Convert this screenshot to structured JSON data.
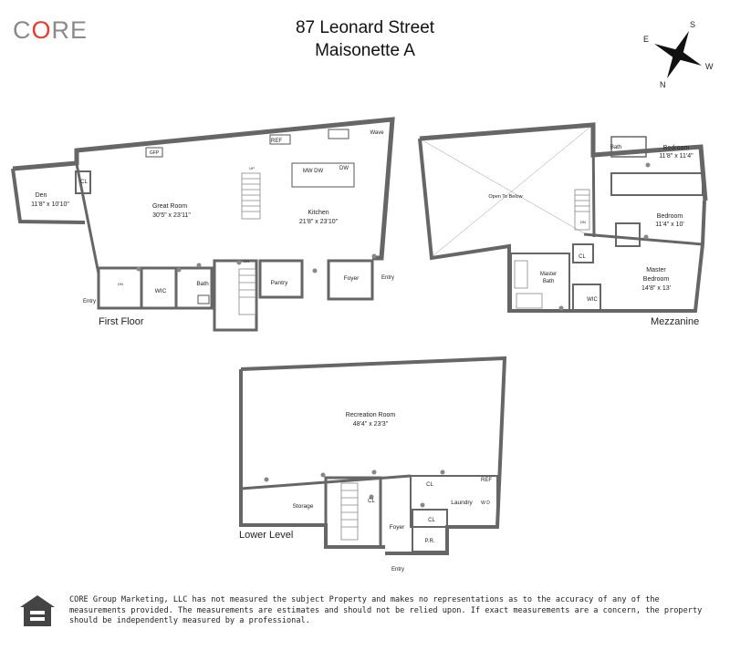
{
  "logo": {
    "text_a": "C",
    "text_o": "O",
    "text_b": "RE",
    "accent": "#e63b2e",
    "color": "#8a8a8a"
  },
  "header": {
    "line1": "87 Leonard Street",
    "line2": "Maisonette A"
  },
  "compass": {
    "s": "S",
    "w": "W",
    "n": "N",
    "e": "E"
  },
  "first_floor": {
    "label": "First Floor",
    "rooms": {
      "den": "Den",
      "den_dim": "11'8\" x 10'10\"",
      "great": "Great Room",
      "great_dim": "30'5\" x 23'11\"",
      "kitchen": "Kitchen",
      "kitchen_dim": "21'8\" x 23'10\"",
      "bath": "Bath",
      "wic": "WIC",
      "pantry": "Pantry",
      "foyer": "Foyer",
      "entry1": "Entry",
      "entry2": "Entry",
      "cl": "CL",
      "gfp": "GFP",
      "ref": "REF",
      "wave": "Wave",
      "mw_dw": "MW DW",
      "dw": "DW",
      "dn": "DN",
      "up": "UP",
      "dn2": "DN"
    }
  },
  "mezzanine": {
    "label": "Mezzanine",
    "rooms": {
      "open": "Open To Below",
      "bath": "Bath",
      "bed1": "Bedroom",
      "bed1_dim": "11'8\" x 11'4\"",
      "bed2": "Bedroom",
      "bed2_dim": "11'4\" x 10'",
      "master_a": "Master",
      "master_b": "Bedroom",
      "master_dim": "14'8\" x 13'",
      "mbath_a": "Master",
      "mbath_b": "Bath",
      "wic": "WIC",
      "cl": "CL",
      "dn": "DN"
    }
  },
  "lower": {
    "label": "Lower Level",
    "rooms": {
      "rec": "Recreation Room",
      "rec_dim": "48'4\" x 23'3\"",
      "storage": "Storage",
      "cl": "CL",
      "foyer": "Foyer",
      "entry": "Entry",
      "laundry": "Laundry",
      "pr": "P.R.",
      "ref": "REF",
      "wd": "W D"
    }
  },
  "disclaimer": "CORE Group Marketing, LLC has not measured the subject Property and makes no representations as to the accuracy of any of the measurements provided. The measurements are estimates and should not be relied upon. If exact measurements are a concern, the property should be independently measured by a professional."
}
